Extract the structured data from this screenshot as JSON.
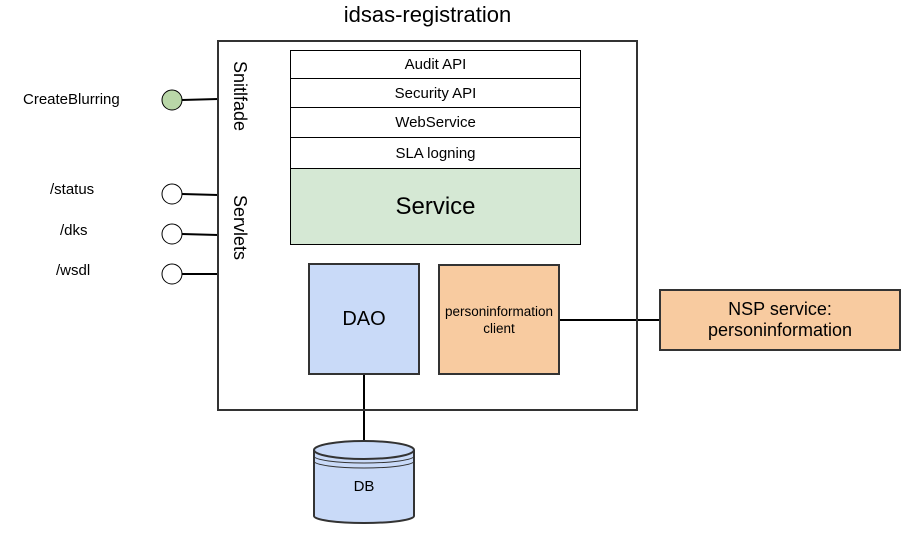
{
  "title": "idsas-registration",
  "side_labels": {
    "facade": "Snitlfade",
    "servlets": "Servlets"
  },
  "layers": {
    "audit_api": "Audit API",
    "security_api": "Security API",
    "webservice": "WebService",
    "sla_logging": "SLA logning",
    "service": "Service"
  },
  "components": {
    "dao": "DAO",
    "personinformation_client": "personinformation client",
    "nsp_service": "NSP service: personinformation",
    "db": "DB"
  },
  "ports": {
    "create_blurring": "CreateBlurring",
    "status": "/status",
    "dks": "/dks",
    "wsdl": "/wsdl"
  },
  "colors": {
    "service_fill": "#d5e8d4",
    "facade_port_fill": "#b9d7a8",
    "dao_fill": "#c9daf8",
    "client_fill": "#f8cba0",
    "db_fill": "#c9daf8",
    "line": "#000000"
  }
}
